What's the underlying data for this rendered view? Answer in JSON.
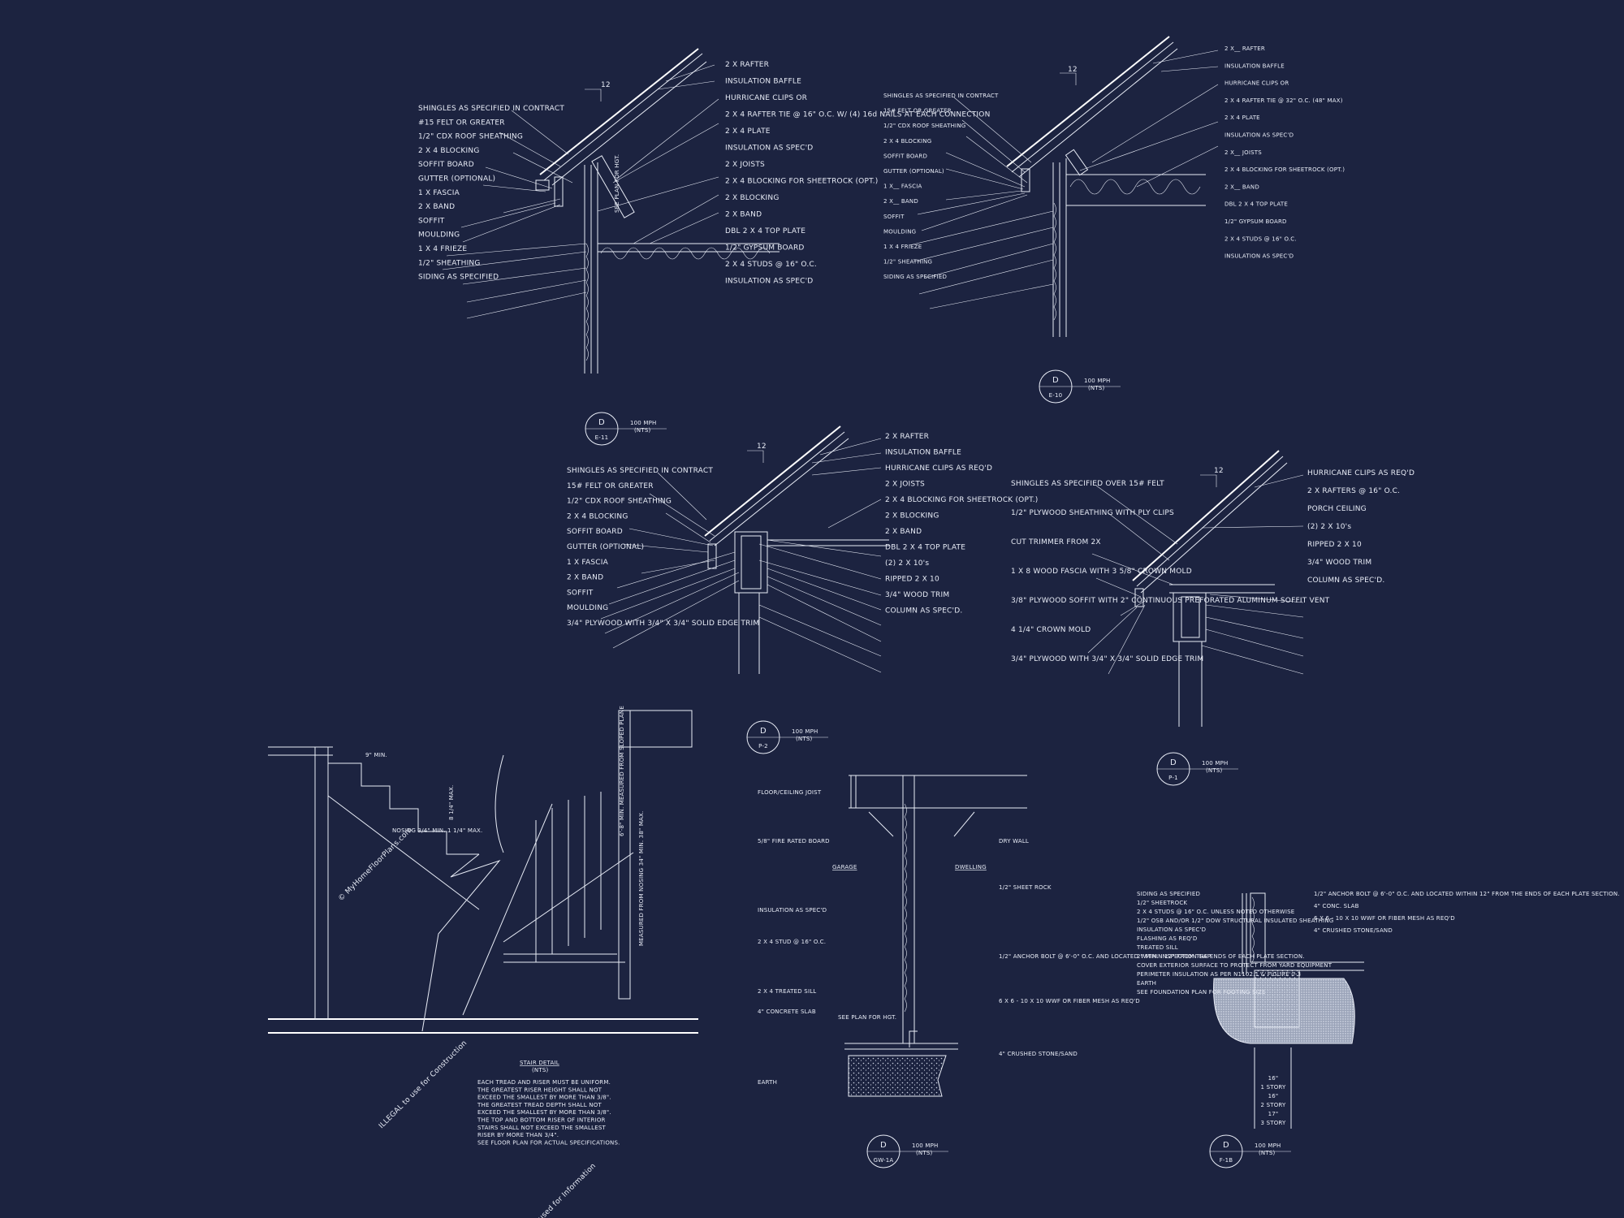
{
  "watermark": {
    "line1": "© MyHomeFloorPlans.com",
    "line2": "ILLEGAL to use for Construction",
    "line3": "May be used for Information"
  },
  "details": [
    {
      "id": "e11",
      "tag": {
        "top": "D",
        "bottom": "E-11"
      },
      "wind": "100 MPH",
      "scale": "(NTS)",
      "pitch": "12",
      "left_labels": [
        "SHINGLES AS SPECIFIED IN CONTRACT",
        "#15 FELT OR GREATER",
        "1/2\" CDX ROOF SHEATHING",
        "2 X 4 BLOCKING",
        "SOFFIT BOARD",
        "GUTTER (OPTIONAL)",
        "1 X FASCIA",
        "2 X BAND",
        "SOFFIT",
        "MOULDING",
        "1 X 4 FRIEZE",
        "1/2\" SHEATHING",
        "SIDING AS SPECIFIED"
      ],
      "right_labels": [
        "2 X RAFTER",
        "INSULATION BAFFLE",
        "HURRICANE CLIPS OR",
        "2 X 4 RAFTER TIE @ 16\" O.C. W/ (4) 16d NAILS AT EACH CONNECTION",
        "2 X 4 PLATE",
        "INSULATION AS SPEC'D",
        "2 X JOISTS",
        "2 X 4 BLOCKING FOR SHEETROCK (OPT.)",
        "2 X BLOCKING",
        "2 X BAND",
        "DBL 2 X 4 TOP PLATE",
        "1/2\" GYPSUM BOARD",
        "2 X 4 STUDS @ 16\" O.C.",
        "INSULATION AS SPEC'D"
      ],
      "note": "SEE PLAN FOR HGT."
    },
    {
      "id": "e10",
      "tag": {
        "top": "D",
        "bottom": "E-10"
      },
      "wind": "100 MPH",
      "scale": "(NTS)",
      "pitch": "12",
      "left_labels": [
        "SHINGLES AS SPECIFIED IN CONTRACT",
        "15# FELT OR GREATER",
        "1/2\" CDX ROOF SHEATHING",
        "2 X 4 BLOCKING",
        "SOFFIT BOARD",
        "GUTTER (OPTIONAL)",
        "1 X__ FASCIA",
        "2 X__ BAND",
        "SOFFIT",
        "MOULDING",
        "1 X 4 FRIEZE",
        "1/2\" SHEATHING",
        "SIDING AS SPECIFIED"
      ],
      "right_labels": [
        "2 X__ RAFTER",
        "INSULATION BAFFLE",
        "HURRICANE CLIPS OR",
        "2 X 4 RAFTER TIE @ 32\" O.C. (48\" MAX)",
        "2 X 4 PLATE",
        "INSULATION AS SPEC'D",
        "2 X__ JOISTS",
        "2 X 4 BLOCKING FOR SHEETROCK (OPT.)",
        "2 X__ BAND",
        "DBL 2 X 4 TOP PLATE",
        "1/2\" GYPSUM BOARD",
        "2 X 4 STUDS @ 16\" O.C.",
        "INSULATION AS SPEC'D"
      ]
    },
    {
      "id": "p2",
      "tag": {
        "top": "D",
        "bottom": "P-2"
      },
      "wind": "100 MPH",
      "scale": "(NTS)",
      "pitch": "12",
      "left_labels": [
        "SHINGLES AS SPECIFIED IN CONTRACT",
        "15# FELT OR GREATER",
        "1/2\" CDX ROOF SHEATHING",
        "2 X 4 BLOCKING",
        "SOFFIT BOARD",
        "GUTTER (OPTIONAL)",
        "1 X FASCIA",
        "2 X BAND",
        "SOFFIT",
        "MOULDING",
        "3/4\" PLYWOOD WITH 3/4\" X 3/4\" SOLID EDGE TRIM"
      ],
      "right_labels": [
        "2 X RAFTER",
        "INSULATION BAFFLE",
        "HURRICANE CLIPS AS REQ'D",
        "2 X JOISTS",
        "2 X 4 BLOCKING FOR SHEETROCK (OPT.)",
        "2 X BLOCKING",
        "2 X BAND",
        "DBL 2 X 4 TOP PLATE",
        "(2) 2 X 10's",
        "RIPPED 2 X 10",
        "3/4\" WOOD TRIM",
        "COLUMN AS SPEC'D."
      ]
    },
    {
      "id": "p1",
      "tag": {
        "top": "D",
        "bottom": "P-1"
      },
      "wind": "100 MPH",
      "scale": "(NTS)",
      "pitch": "12",
      "left_labels": [
        "SHINGLES AS SPECIFIED OVER 15# FELT",
        "1/2\" PLYWOOD SHEATHING WITH PLY CLIPS",
        "CUT TRIMMER FROM 2X",
        "1 X 8 WOOD FASCIA WITH 3 5/8\" CROWN MOLD",
        "3/8\" PLYWOOD SOFFIT WITH 2\" CONTINUOUS PREFORATED ALUMINUM SOFFIT VENT",
        "4 1/4\" CROWN MOLD",
        "3/4\" PLYWOOD WITH 3/4\" X 3/4\" SOLID EDGE TRIM"
      ],
      "right_labels": [
        "HURRICANE CLIPS AS REQ'D",
        "2 X RAFTERS @ 16\" O.C.",
        "PORCH CEILING",
        "(2) 2 X 10's",
        "RIPPED 2 X 10",
        "3/4\" WOOD TRIM",
        "COLUMN AS SPEC'D."
      ]
    },
    {
      "id": "stair",
      "title": "STAIR DETAIL",
      "scale": "(NTS)",
      "dims": [
        "9\" MIN.",
        "8 1/4\" MAX.",
        "NOSING 3/4\" MIN. 1 1/4\" MAX.",
        "6'-8\" MIN. MEASURED FROM SLOPED PLANE",
        "MEASURED FROM NOSING 34\" MIN. 38\" MAX."
      ],
      "notes": [
        "EACH TREAD AND RISER MUST BE UNIFORM.",
        "THE GREATEST RISER HEIGHT SHALL NOT",
        "EXCEED THE SMALLEST BY MORE THAN 3/8\".",
        "THE GREATEST TREAD DEPTH SHALL NOT",
        "EXCEED THE SMALLEST BY MORE THAN 3/8\".",
        "THE TOP AND BOTTOM RISER OF INTERIOR",
        "STAIRS SHALL NOT EXCEED THE SMALLEST",
        "RISER BY MORE THAN 3/4\".",
        "SEE FLOOR PLAN FOR ACTUAL SPECIFICATIONS."
      ]
    },
    {
      "id": "gw1a",
      "tag": {
        "top": "D",
        "bottom": "GW-1A"
      },
      "wind": "100 MPH",
      "scale": "(NTS)",
      "left_labels": [
        "FLOOR/CEILING JOIST",
        "5/8\" FIRE RATED BOARD",
        "GARAGE",
        "INSULATION AS SPEC'D",
        "2 X 4 STUD @ 16\" O.C.",
        "2 X 4 TREATED SILL",
        "4\" CONCRETE SLAB",
        "SEE PLAN FOR HGT.",
        "EARTH"
      ],
      "right_labels": [
        "DRY WALL",
        "DWELLING",
        "1/2\" SHEET ROCK",
        "1/2\" ANCHOR BOLT @ 6'-0\" O.C. AND LOCATED WITHIN 12\" FROM THE ENDS OF EACH PLATE SECTION.",
        "6 X 6 - 10 X 10 WWF OR FIBER MESH AS REQ'D",
        "4\" CRUSHED STONE/SAND"
      ]
    },
    {
      "id": "f1b",
      "tag": {
        "top": "D",
        "bottom": "F-1B"
      },
      "wind": "100 MPH",
      "scale": "(NTS)",
      "left_labels": [
        "SIDING AS SPECIFIED",
        "1/2\" SHEETROCK",
        "2 X 4 STUDS @ 16\" O.C. UNLESS NOTED OTHERWISE",
        "1/2\" OSB AND/OR 1/2\" DOW STRUCTURAL INSULATED SHEATHING",
        "INSULATION AS SPEC'D",
        "FLASHING AS REQ'D",
        "TREATED SILL",
        "2\" MIN. INSPECTION GAP",
        "COVER EXTERIOR SURFACE TO PROTECT FROM YARD EQUIPMENT",
        "PERIMETER INSULATION AS PER N1102.1 & FIGURE 0-3",
        "EARTH",
        "SEE FOUNDATION PLAN FOR FOOTING SIZE"
      ],
      "right_labels": [
        "1/2\" ANCHOR BOLT @ 6'-0\" O.C. AND LOCATED WITHIN 12\" FROM THE ENDS OF EACH PLATE SECTION.",
        "4\" CONC. SLAB",
        "6 X 6 - 10 X 10 WWF OR FIBER MESH AS REQ'D",
        "4\" CRUSHED STONE/SAND"
      ],
      "footing_table": [
        "16\"",
        "1 STORY",
        "16\"",
        "2 STORY",
        "17\"",
        "3 STORY"
      ]
    }
  ]
}
